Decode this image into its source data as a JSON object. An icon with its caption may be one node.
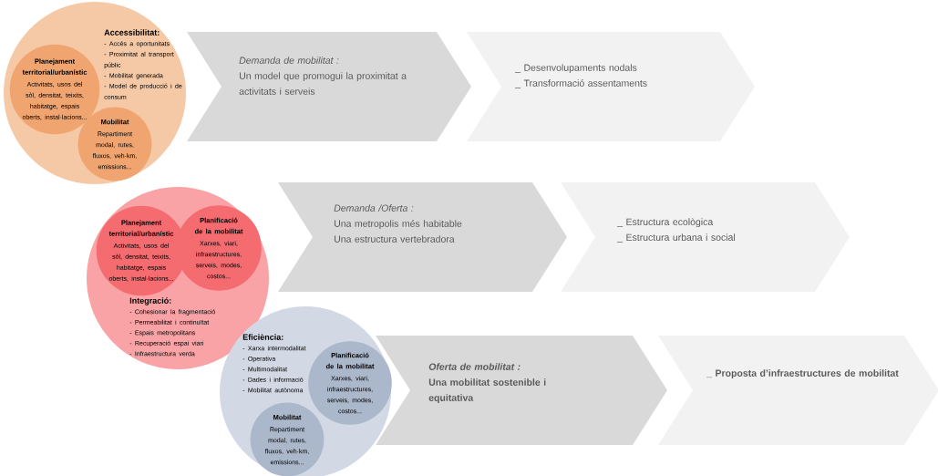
{
  "diagram": {
    "nodes": [
      {
        "text": [
          "Accessibilitat:",
          "- Accés a oportunitats",
          "- Proximitat al transport públic",
          "- Mobilitat generada",
          "- Model de producció i de consum"
        ]
      },
      {
        "text": [
          "Planejament territorial/urbanístic",
          "Activitats, usos del sòl, densitat, teixits, habitatge, espais oberts, instal·lacions..."
        ],
        "in": 0
      },
      {
        "text": [
          "Mobilitat",
          "Repartiment modal, rutes, fluxos, veh·km, emissions..."
        ],
        "in": 0
      },
      {
        "text": [
          "Demanda de mobilitat :",
          "Un model que promogui la proximitat a activitats i serveis"
        ]
      },
      {
        "text": [
          "_ Desenvolupaments nodals",
          "_ Transformació assentaments"
        ]
      },
      {
        "text": [
          "Integració:",
          "- Cohesionar la fragmentació",
          "- Permeabilitat i continuïtat",
          "- Espais metropolitans",
          "- Recuperació espai viari",
          "- Infraestructura verda"
        ]
      },
      {
        "text": [
          "Planejament territorial/urbanístic",
          "Activitats, usos del sòl, densitat, teixits, habitatge, espais oberts, instal·lacions..."
        ],
        "in": 5
      },
      {
        "text": [
          "Planificació de la mobilitat",
          "Xarxes, viari, infraestructures, serveis, modes, costos..."
        ],
        "in": 5
      },
      {
        "text": [
          "Demanda /Oferta :",
          "Una metropolis més habitable",
          "Una estructura vertebradora"
        ]
      },
      {
        "text": [
          "_ Estructura ecològica",
          "_ Estructura urbana i social"
        ]
      },
      {
        "text": [
          "Eficiència:",
          "- Xarxa intermodalitat",
          "- Operativa",
          "- Multimodalitat",
          "- Dades i informació",
          "- Mobilitat autònoma"
        ]
      },
      {
        "text": [
          "Planificació de la mobilitat",
          "Xarxes, viari, infraestructures, serveis, modes, costos..."
        ],
        "in": 10
      },
      {
        "text": [
          "Mobilitat",
          "Repartiment modal, rutes, fluxos, veh·km, emissions..."
        ],
        "in": 10
      },
      {
        "text": [
          "Oferta de mobilitat :",
          "Una mobilitat sostenible i equitativa"
        ]
      },
      {
        "text": [
          "_ Proposta d’infraestructures de mobilitat"
        ]
      }
    ]
  }
}
